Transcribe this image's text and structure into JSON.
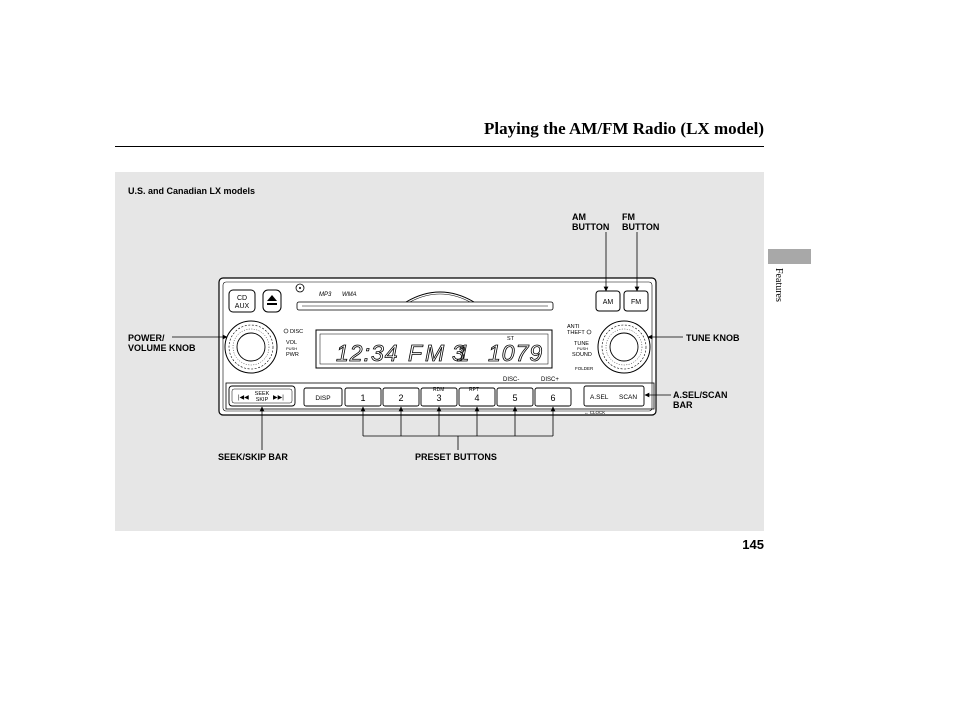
{
  "header": {
    "title": "Playing the AM/FM Radio (LX model)"
  },
  "side_tab": {
    "label": "Features"
  },
  "page_number": "145",
  "figure": {
    "caption": "U.S. and Canadian LX models",
    "callouts": {
      "am": [
        "AM",
        "BUTTON"
      ],
      "fm": [
        "FM",
        "BUTTON"
      ],
      "power": [
        "POWER/",
        "VOLUME KNOB"
      ],
      "tune": "TUNE KNOB",
      "asel": [
        "A.SEL/SCAN",
        "BAR"
      ],
      "seek": "SEEK/SKIP BAR",
      "preset": "PRESET BUTTONS"
    },
    "unit": {
      "cd_aux": [
        "CD",
        "AUX"
      ],
      "mp3": "MP3",
      "wma": "WMA",
      "disc": "DISC",
      "vol": "VOL",
      "push": "PUSH",
      "pwr": "PWR",
      "anti_theft": [
        "ANTI",
        "THEFT"
      ],
      "tune": "TUNE",
      "sound": "SOUND",
      "folder": "FOLDER",
      "am_btn": "AM",
      "fm_btn": "FM",
      "display": {
        "clock": "12:34",
        "band": "FM 1",
        "preset": "3",
        "freq": "1079",
        "st": "ST"
      },
      "seek_label": [
        "SEEK",
        "SKIP"
      ],
      "disp": "DISP",
      "presets": [
        "1",
        "2",
        "3",
        "4",
        "5",
        "6"
      ],
      "rdm": "RDM",
      "rpt": "RPT",
      "disc_minus": "DISC-",
      "disc_plus": "DISC+",
      "asel_btn": "A.SEL",
      "scan_btn": "SCAN",
      "clock_label": "CLOCK"
    }
  }
}
